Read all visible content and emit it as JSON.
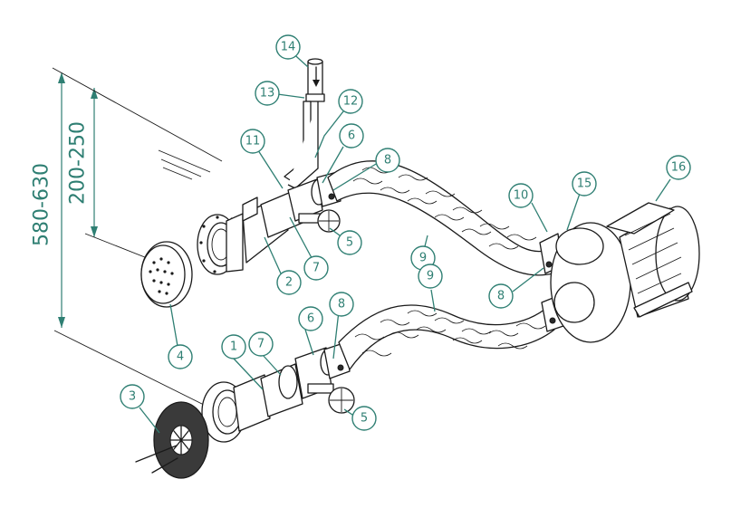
{
  "dimensions": [
    {
      "id": "total-height",
      "text": "580-630"
    },
    {
      "id": "nozzle-height",
      "text": "200-250"
    }
  ],
  "callouts": [
    {
      "id": "c1",
      "label": "1"
    },
    {
      "id": "c2",
      "label": "2"
    },
    {
      "id": "c3",
      "label": "3"
    },
    {
      "id": "c4",
      "label": "4"
    },
    {
      "id": "c5a",
      "label": "5"
    },
    {
      "id": "c5b",
      "label": "5"
    },
    {
      "id": "c6a",
      "label": "6"
    },
    {
      "id": "c6b",
      "label": "6"
    },
    {
      "id": "c7a",
      "label": "7"
    },
    {
      "id": "c7b",
      "label": "7"
    },
    {
      "id": "c8a",
      "label": "8"
    },
    {
      "id": "c8b",
      "label": "8"
    },
    {
      "id": "c8c",
      "label": "8"
    },
    {
      "id": "c9a",
      "label": "9"
    },
    {
      "id": "c9b",
      "label": "9"
    },
    {
      "id": "c10",
      "label": "10"
    },
    {
      "id": "c11",
      "label": "11"
    },
    {
      "id": "c12",
      "label": "12"
    },
    {
      "id": "c13",
      "label": "13"
    },
    {
      "id": "c14",
      "label": "14"
    },
    {
      "id": "c15",
      "label": "15"
    },
    {
      "id": "c16",
      "label": "16"
    }
  ],
  "colors": {
    "accent": "#2f7f73",
    "line": "#1a1a1a"
  }
}
